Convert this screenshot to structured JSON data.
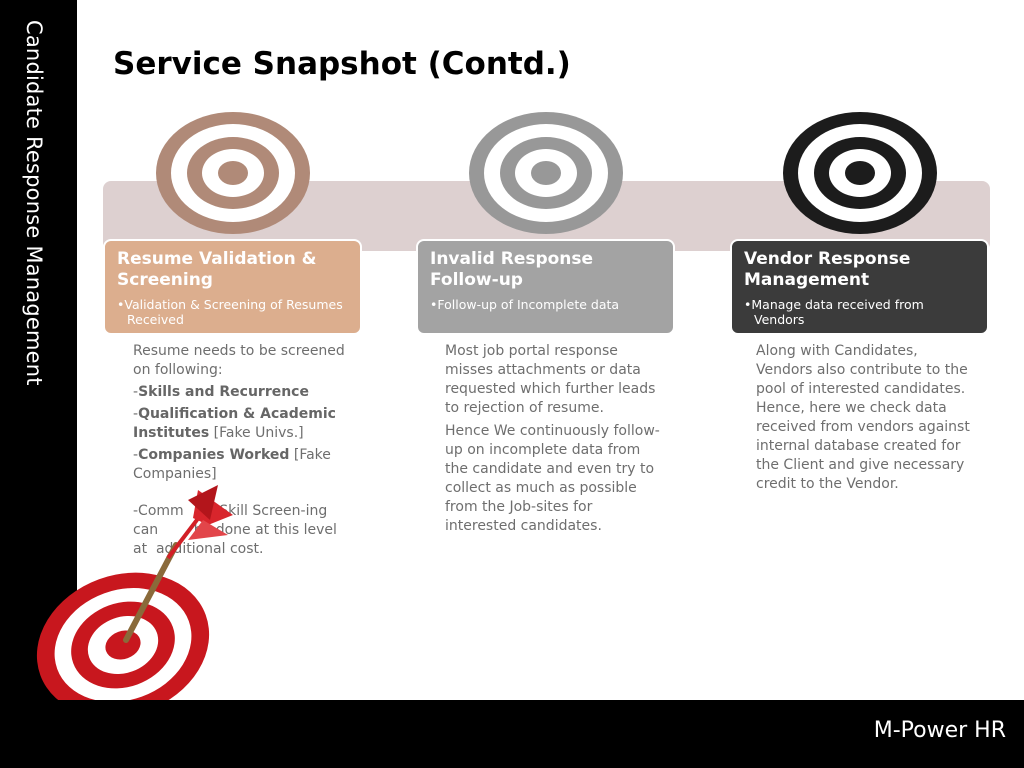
{
  "sidebar": {
    "title": "Candidate Response Management"
  },
  "header": {
    "title": "Service Snapshot (Contd.)"
  },
  "footer": {
    "brand": "M-Power HR"
  },
  "colors": {
    "card1": "#dcae8e",
    "card2": "#a3a3a3",
    "card3": "#3b3b3b",
    "band": "#ddd0d0",
    "dart_red": "#c8171e"
  },
  "icons": [
    "bullseye-target-icon",
    "bullseye-target-icon",
    "bullseye-target-icon",
    "dartboard-with-dart-icon"
  ],
  "cards": [
    {
      "title": "Resume Validation & Screening",
      "bullet": "•Validation & Screening of Resumes Received"
    },
    {
      "title": "Invalid Response Follow-up",
      "bullet": "•Follow-up of Incomplete data"
    },
    {
      "title": "Vendor Response Management",
      "bullet": "•Manage data received from Vendors"
    }
  ],
  "details": {
    "col1": {
      "intro": "Resume needs to be screened on following:",
      "item1_prefix": "-",
      "item1_bold": "Skills and Recurrence",
      "item2_prefix": "-",
      "item2_bold": "Qualification & Academic Institutes",
      "item2_rest": " [Fake Univs.]",
      "item3_prefix": "-",
      "item3_bold": "Companies Worked",
      "item3_rest": " [Fake Companies]",
      "note": "-Comm        Skill Screen-ing can        be done at this level       at  additional cost."
    },
    "col2": {
      "para1": "Most job portal response misses attachments or data requested which further leads to rejection of resume.",
      "para2": "Hence  We continuously follow-up on incomplete data from the candidate and even try to collect as much as possible from the Job-sites for interested candidates."
    },
    "col3": {
      "para1": "Along with Candidates, Vendors also contribute to the pool of interested candidates.  Hence, here we check data received from vendors against internal database created for the Client and give necessary credit to the Vendor."
    }
  }
}
